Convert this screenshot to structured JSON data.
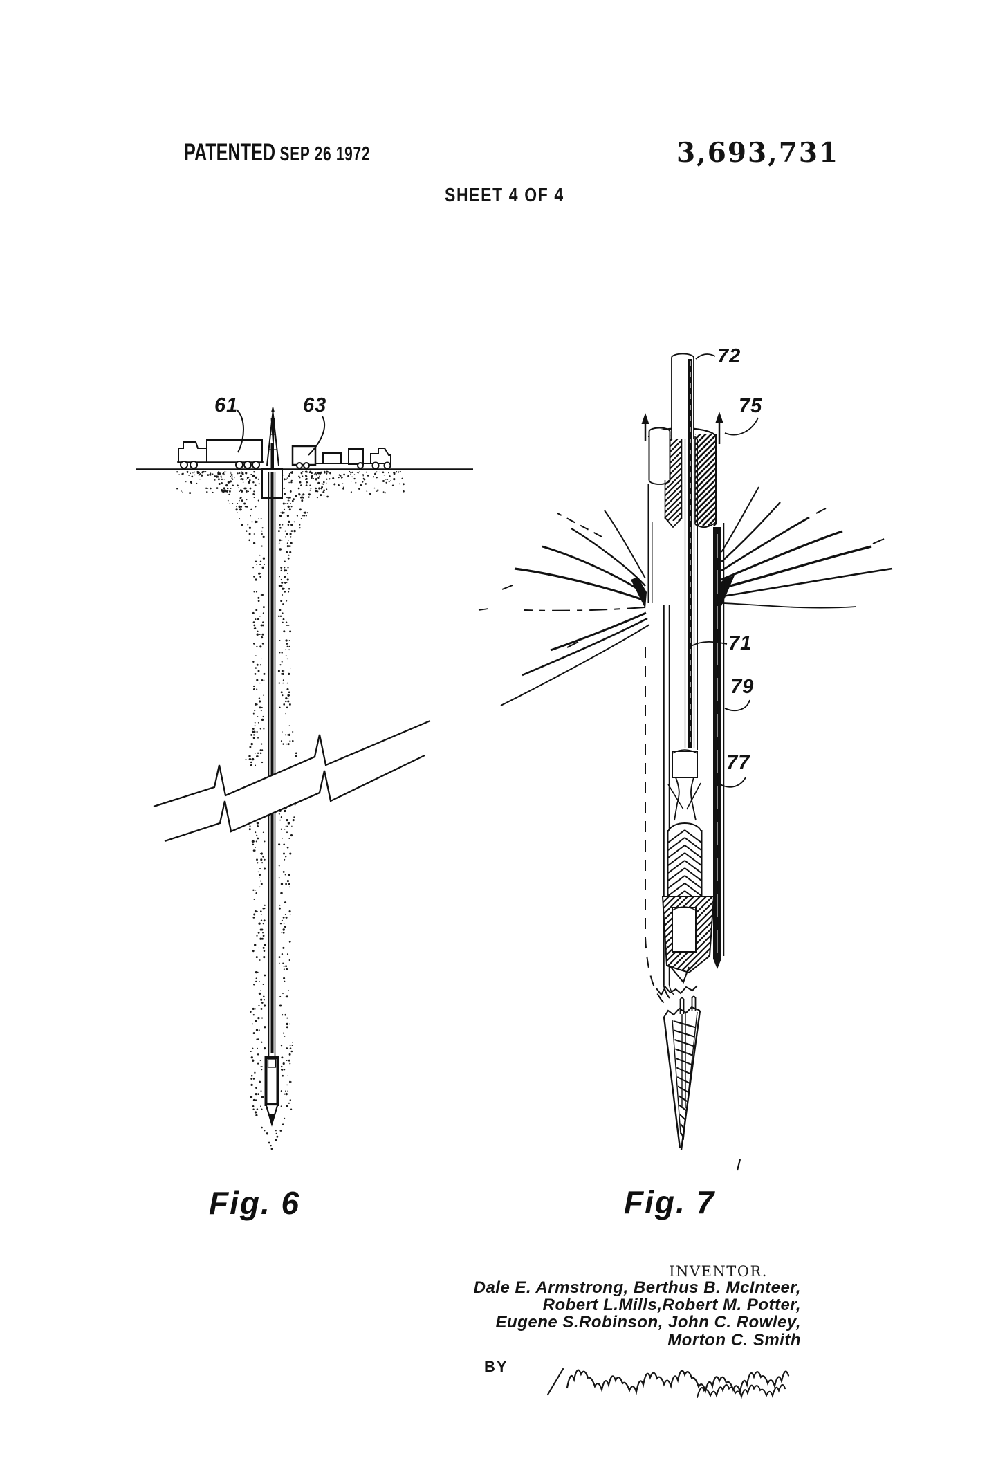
{
  "page": {
    "patented_label": "PATENTED",
    "patent_date": "SEP 26 1972",
    "patent_number": "3,693,731",
    "sheet_label": "SHEET 4 OF 4"
  },
  "figure6": {
    "caption": "Fig. 6",
    "ref_labels": [
      "61",
      "63"
    ]
  },
  "figure7": {
    "caption": "Fig. 7",
    "ref_labels": [
      "72",
      "75",
      "71",
      "79",
      "77"
    ]
  },
  "inventors": {
    "heading": "INVENTOR.",
    "names": [
      "Dale E. Armstrong, Berthus B. McInteer,",
      "Robert L.Mills,Robert M. Potter,",
      "Eugene S.Robinson, John C. Rowley,",
      "Morton C. Smith"
    ],
    "by_label": "BY"
  }
}
